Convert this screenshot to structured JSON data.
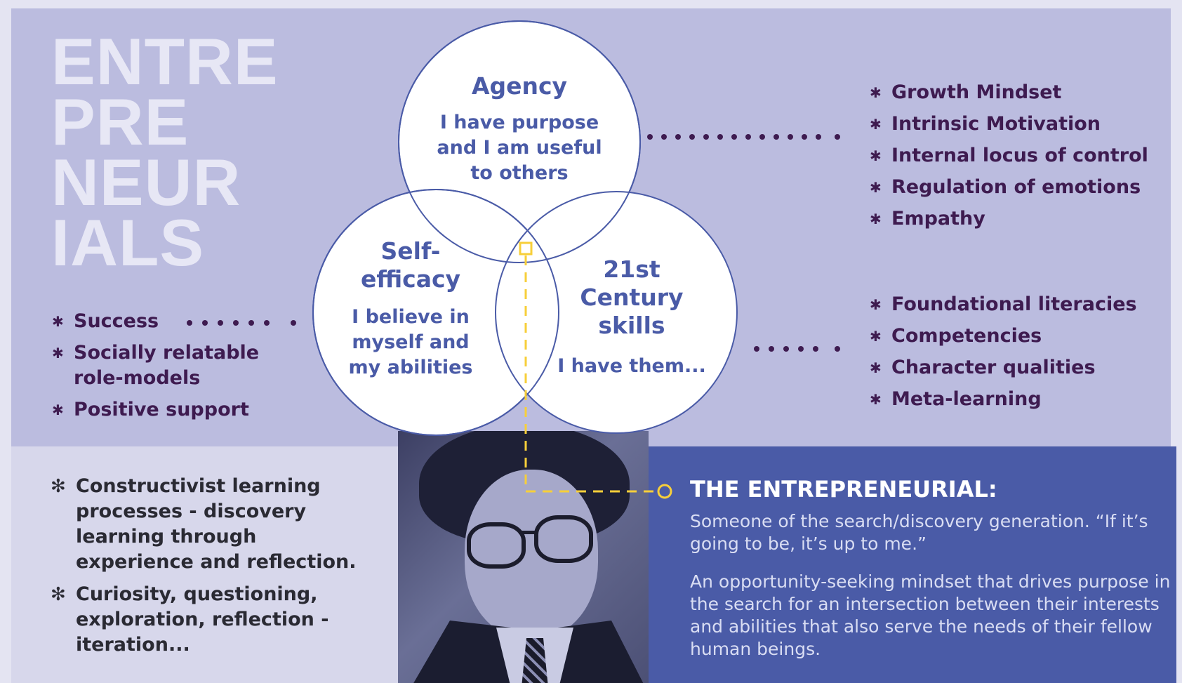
{
  "title_lines": [
    "ENTRE",
    "PRE",
    "NEUR",
    "IALS"
  ],
  "circles": {
    "agency": {
      "heading": "Agency",
      "body": [
        "I have purpose",
        "and I am useful",
        "to others"
      ]
    },
    "self_efficacy": {
      "heading": [
        "Self-",
        "efficacy"
      ],
      "body": [
        "I believe in",
        "myself and",
        "my abilities"
      ]
    },
    "skills": {
      "heading": [
        "21st",
        "Century",
        "skills"
      ],
      "body": [
        "I have them..."
      ]
    }
  },
  "agency_traits": [
    "Growth Mindset",
    "Intrinsic Motivation",
    "Internal locus of control",
    "Regulation of emotions",
    "Empathy"
  ],
  "skills_traits": [
    "Foundational  literacies",
    "Competencies",
    "Character qualities",
    "Meta-learning"
  ],
  "self_efficacy_sources": [
    "Success",
    "Socially relatable role-models",
    "Positive support"
  ],
  "learning_points": [
    "Constructivist learning processes - discovery learning through experience and reflection.",
    "Curiosity, questioning, exploration, reflection - iteration..."
  ],
  "definition": {
    "heading": "THE ENTREPRENEURIAL:",
    "paragraph_1": "Someone of the search/discovery generation. “If it’s going to be, it’s up to me.”",
    "paragraph_2": "An opportunity-seeking mindset that drives purpose in the search for an intersection between their interests and abilities that also serve the needs of their fellow human beings."
  },
  "icons": {
    "trait_bullet": "star-bullet-icon",
    "learning_bullet": "asterisk-bullet-icon",
    "connector": "ring-connector-icon"
  },
  "colors": {
    "accent": "#4a5ba7",
    "dark": "#3e1b50",
    "highlight": "#f7cf3a",
    "panel": "#bbbcdf"
  }
}
